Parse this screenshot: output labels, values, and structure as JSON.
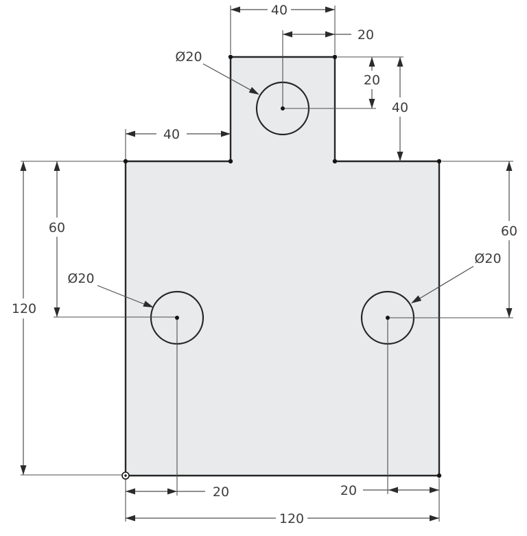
{
  "drawing": {
    "type": "2d-part-drawing",
    "dims": {
      "tab_width": "40",
      "top_hole_offset_x": "20",
      "tab_left_offset": "40",
      "top_hole_offset_y": "20",
      "tab_height": "40",
      "left_hole_offset_y": "60",
      "right_hole_offset_y": "60",
      "body_height": "120",
      "left_hole_offset_x": "20",
      "right_hole_offset_x": "20",
      "body_width": "120"
    },
    "holes": {
      "top": {
        "label": "Ø20"
      },
      "left": {
        "label": "Ø20"
      },
      "right": {
        "label": "Ø20"
      }
    },
    "colors": {
      "part_fill": "#e8eaec",
      "object_line": "#262626",
      "dim_line": "#4d4d4d",
      "text": "#3d3d3d"
    }
  }
}
